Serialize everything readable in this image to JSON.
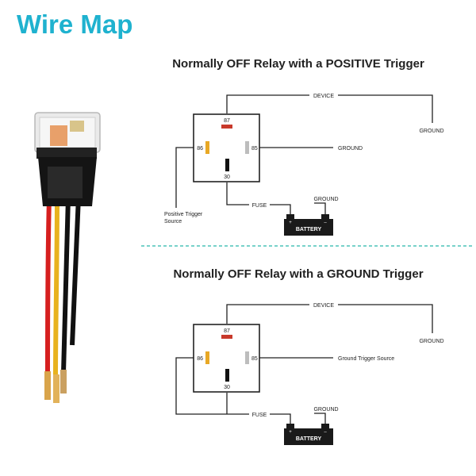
{
  "title": "Wire Map",
  "colors": {
    "title": "#1fb2cf",
    "divider": "#4bc3b8",
    "pin87": "#c8392b",
    "pin86": "#e8a825",
    "pin85": "#bdbdbd",
    "pin30": "#111111",
    "battery": "#1a1a1a"
  },
  "diagrams": [
    {
      "heading": "Normally OFF Relay with a POSITIVE Trigger",
      "pin_87": "87",
      "pin_86": "86",
      "pin_85": "85",
      "pin_30": "30",
      "device": "DEVICE",
      "ground_right": "GROUND",
      "ground_mid": "GROUND",
      "fuse": "FUSE",
      "ground_battery": "GROUND",
      "battery": "BATTERY",
      "battery_plus": "+",
      "battery_minus": "–",
      "trigger_line1": "Positive Trigger",
      "trigger_line2": "Source"
    },
    {
      "heading": "Normally OFF Relay with a GROUND Trigger",
      "pin_87": "87",
      "pin_86": "86",
      "pin_85": "85",
      "pin_30": "30",
      "device": "DEVICE",
      "ground_right": "GROUND",
      "ground_trigger": "Ground Trigger Source",
      "fuse": "FUSE",
      "ground_battery": "GROUND",
      "battery": "BATTERY",
      "battery_plus": "+",
      "battery_minus": "–"
    }
  ],
  "photo": {
    "icon": "relay-photo"
  }
}
